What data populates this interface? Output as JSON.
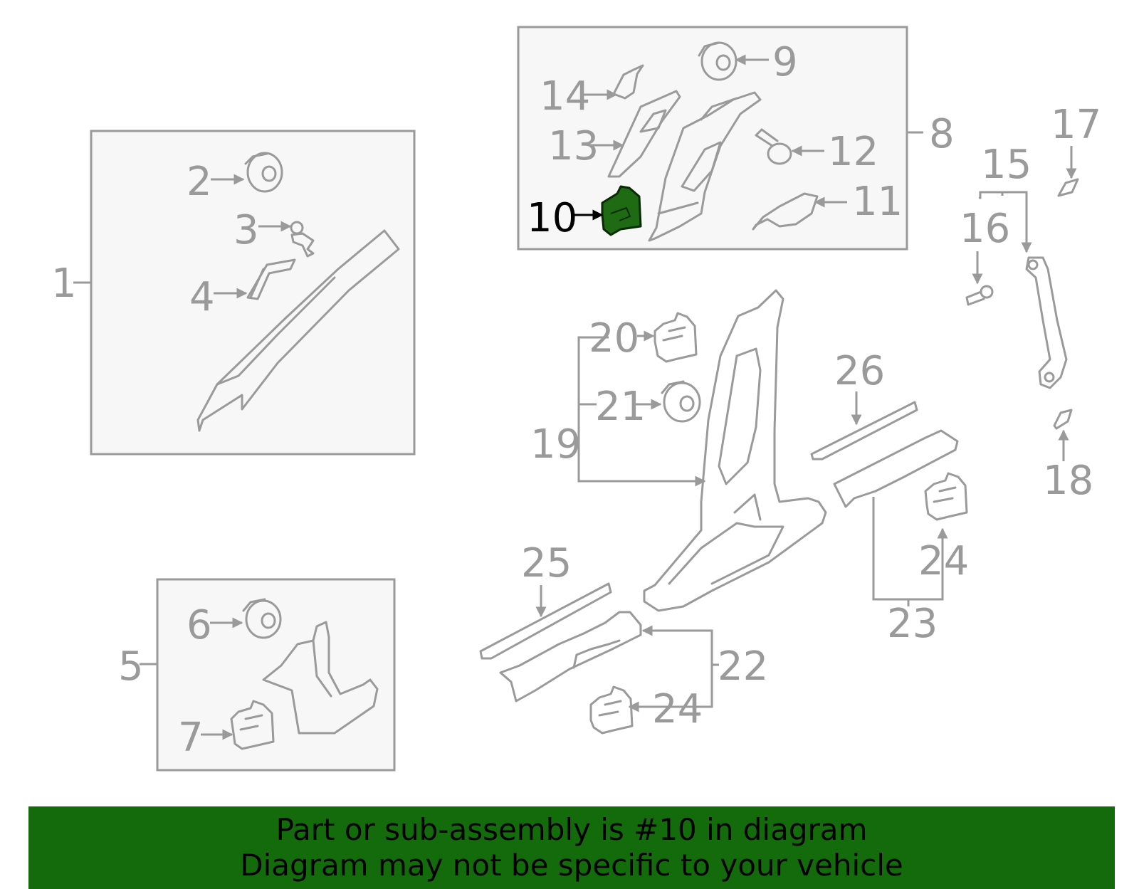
{
  "diagram": {
    "callouts": [
      "1",
      "2",
      "3",
      "4",
      "5",
      "6",
      "7",
      "8",
      "9",
      "10",
      "11",
      "12",
      "13",
      "14",
      "15",
      "16",
      "17",
      "18",
      "19",
      "20",
      "21",
      "22",
      "23",
      "24",
      "24",
      "25",
      "26"
    ],
    "highlighted_callout": "10",
    "highlight_color": "#1e6b14",
    "line_color": "#9a9a9a"
  },
  "banner": {
    "line1": "Part or sub-assembly is #10 in diagram",
    "line2": "Diagram may not be specific to your vehicle",
    "background": "#146b0c"
  }
}
